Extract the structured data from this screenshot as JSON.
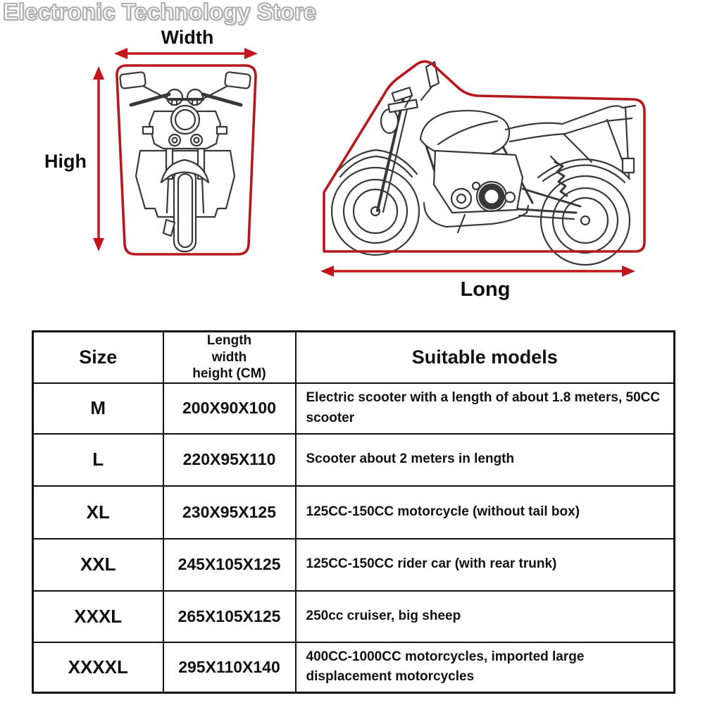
{
  "store": {
    "logo_text": "Electronic Technology Store",
    "logo_color": "#b5b5b5"
  },
  "diagram": {
    "width_label": "Width",
    "high_label": "High",
    "long_label": "Long",
    "colors": {
      "arrow_red": "#c3161c",
      "cover_red": "#b5191d",
      "line_ink": "#383838"
    }
  },
  "table": {
    "border_color": "#111111",
    "headers": {
      "size": "Size",
      "dimensions": "Length\nwidth\nheight (CM)",
      "models": "Suitable models"
    },
    "rows": [
      {
        "size": "M",
        "dimensions": "200X90X100",
        "models": "Electric scooter with a length of about 1.8 meters, 50CC scooter"
      },
      {
        "size": "L",
        "dimensions": "220X95X110",
        "models": "Scooter about 2 meters in length"
      },
      {
        "size": "XL",
        "dimensions": "230X95X125",
        "models": "125CC-150CC motorcycle (without tail box)"
      },
      {
        "size": "XXL",
        "dimensions": "245X105X125",
        "models": "125CC-150CC rider car (with rear trunk)"
      },
      {
        "size": "XXXL",
        "dimensions": "265X105X125",
        "models": "250cc cruiser, big sheep"
      },
      {
        "size": "XXXXL",
        "dimensions": "295X110X140",
        "models": "400CC-1000CC motorcycles, imported large displacement motorcycles"
      }
    ]
  }
}
